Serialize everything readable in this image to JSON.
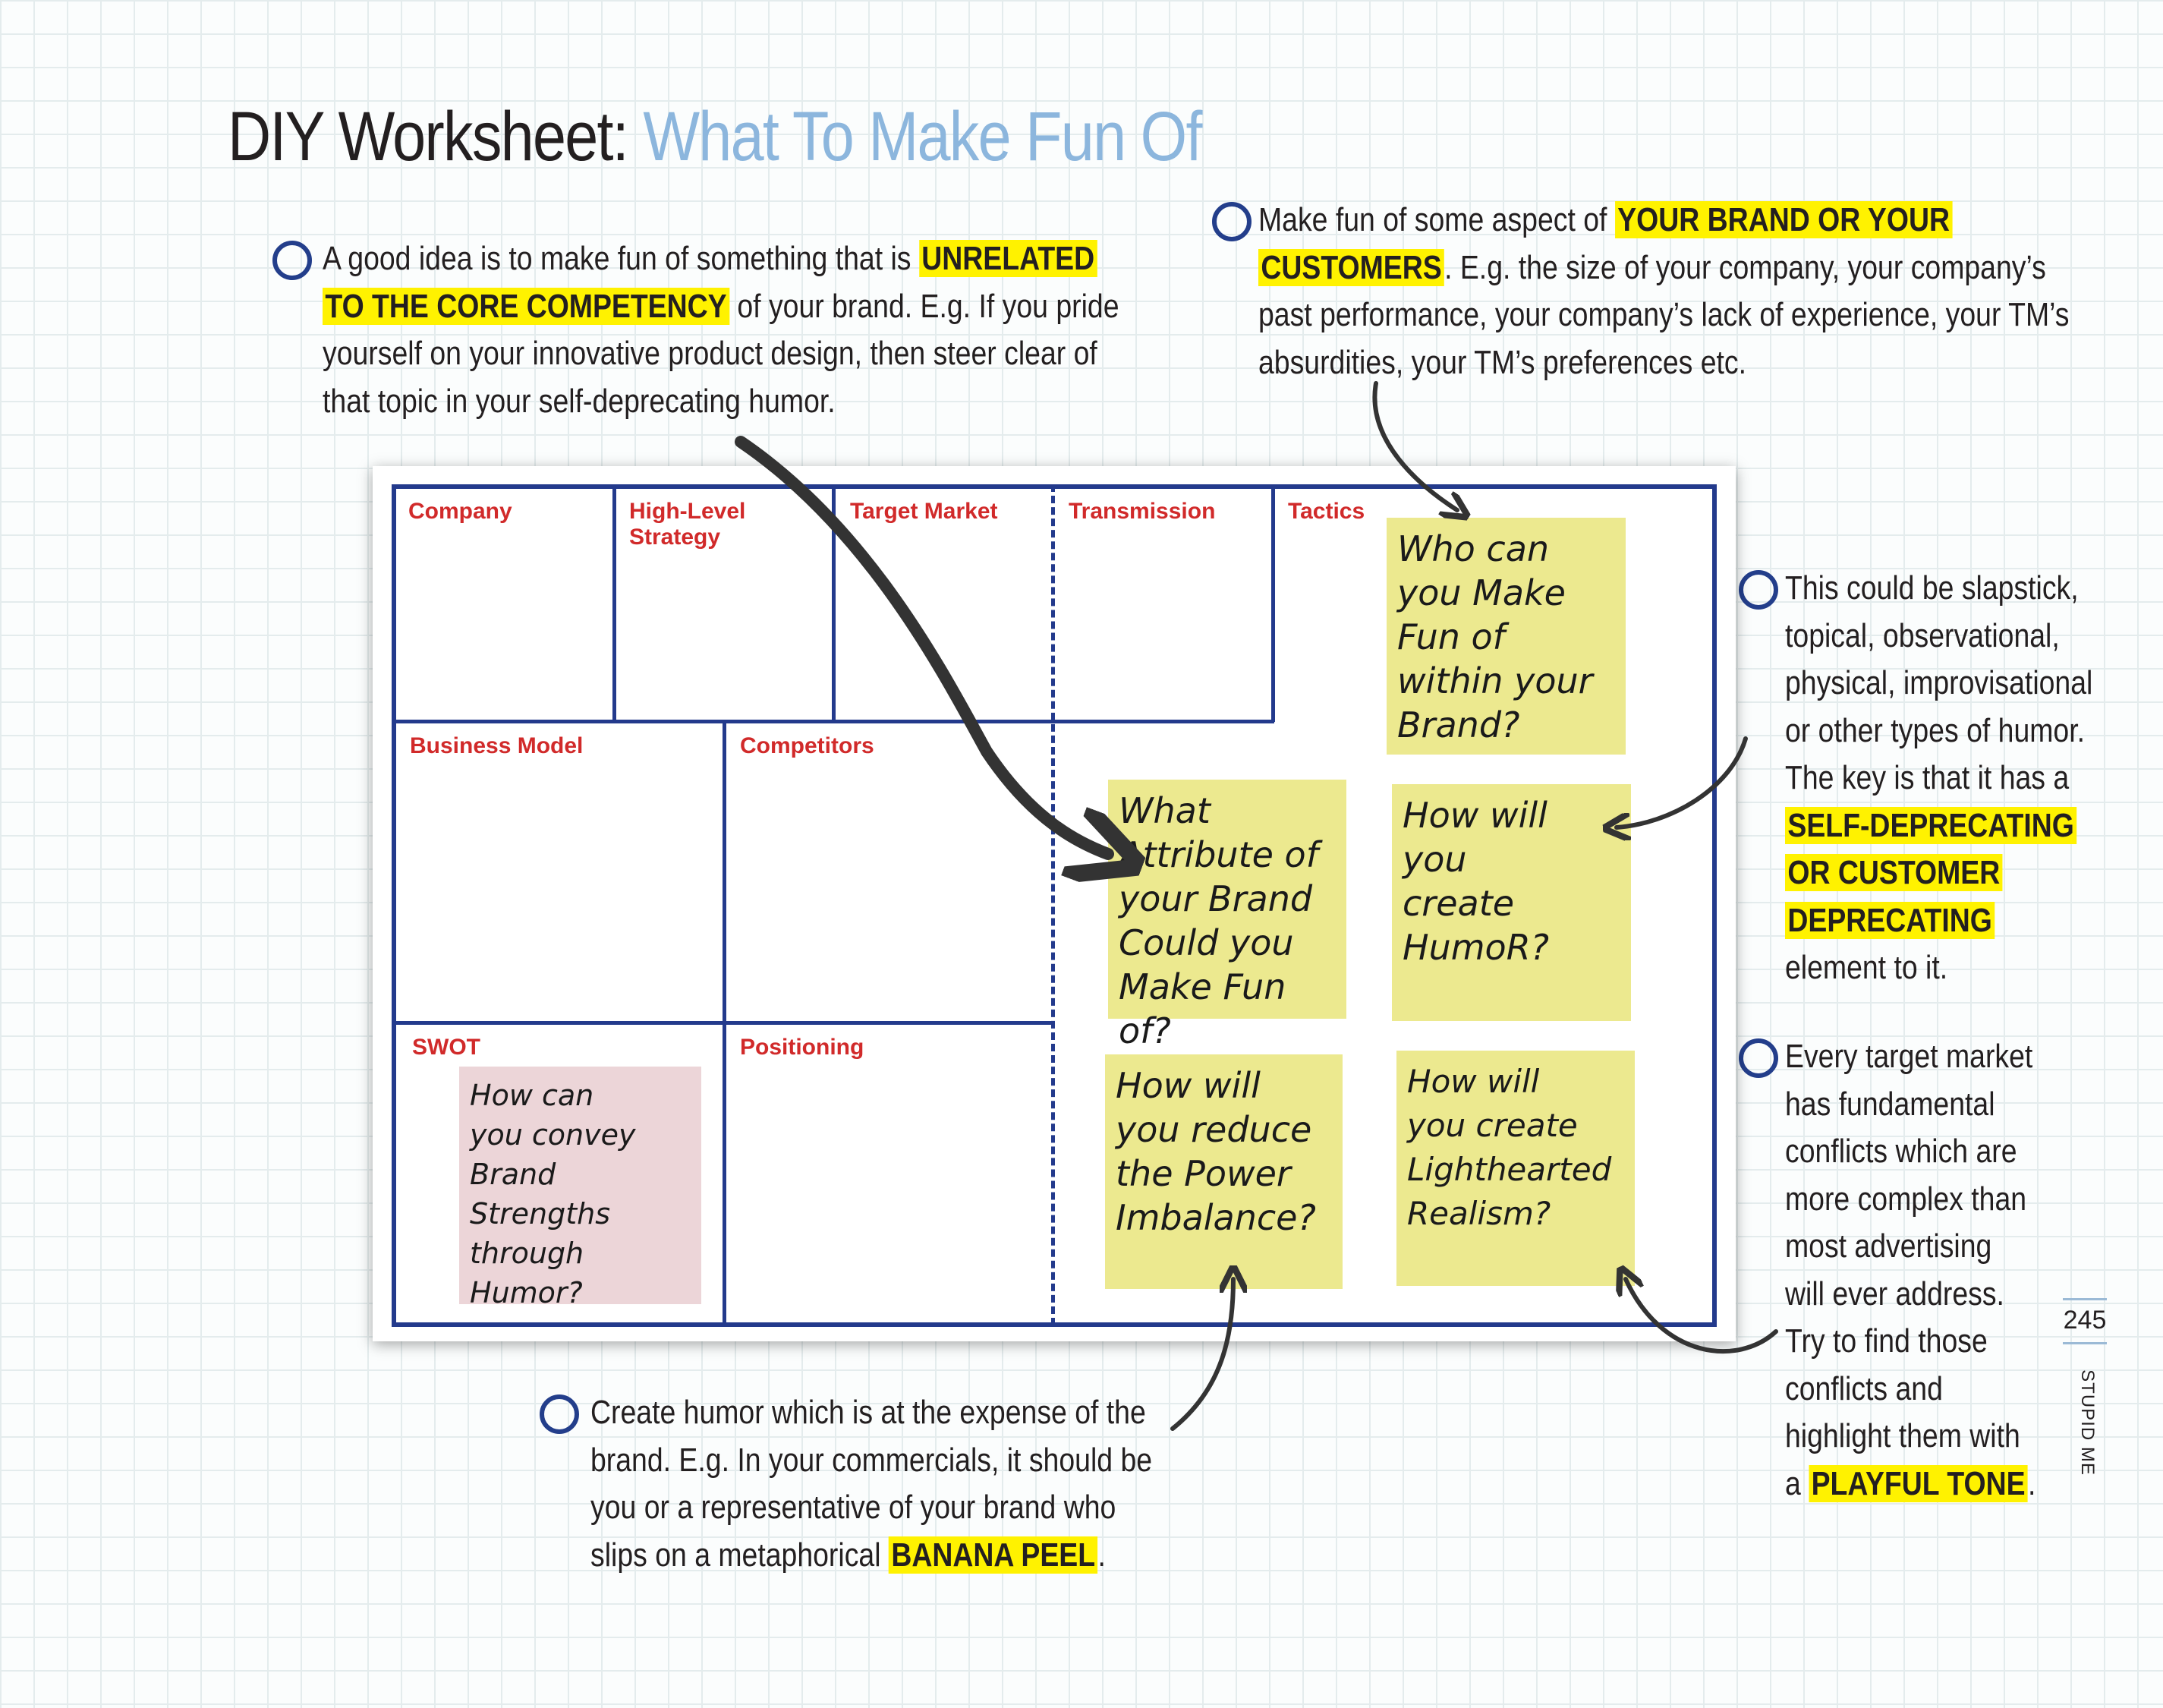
{
  "title": {
    "prefix": "DIY Worksheet:",
    "suffix": "What To Make Fun Of"
  },
  "notes": [
    {
      "id": "unrelated",
      "lines": [
        [
          {
            "t": "A good idea is to make fun of something that is "
          },
          {
            "t": "UNRELATED",
            "hl": true
          }
        ],
        [
          {
            "t": "TO THE CORE COMPETENCY",
            "hl": true
          },
          {
            "t": " of your brand. E.g. If you pride"
          }
        ],
        [
          {
            "t": "yourself on your innovative product design, then steer clear of"
          }
        ],
        [
          {
            "t": "that topic in your self-deprecating humor."
          }
        ]
      ]
    },
    {
      "id": "brand-or-customers",
      "lines": [
        [
          {
            "t": "Make fun of some aspect of "
          },
          {
            "t": "YOUR BRAND OR YOUR",
            "hl": true
          }
        ],
        [
          {
            "t": "CUSTOMERS",
            "hl": true
          },
          {
            "t": ". E.g. the size of your company, your company’s"
          }
        ],
        [
          {
            "t": "past performance, your company’s lack of experience, your TM’s"
          }
        ],
        [
          {
            "t": "absurdities, your TM’s preferences etc."
          }
        ]
      ]
    },
    {
      "id": "humor-types",
      "lines": [
        [
          {
            "t": "This could be slapstick,"
          }
        ],
        [
          {
            "t": "topical, observational,"
          }
        ],
        [
          {
            "t": "physical, improvisational"
          }
        ],
        [
          {
            "t": "or other types of humor."
          }
        ],
        [
          {
            "t": "The key is that it has a"
          }
        ],
        [
          {
            "t": "SELF-DEPRECATING",
            "hl": true
          }
        ],
        [
          {
            "t": "OR CUSTOMER",
            "hl": true
          }
        ],
        [
          {
            "t": "DEPRECATING",
            "hl": true
          }
        ],
        [
          {
            "t": "element to it."
          }
        ]
      ]
    },
    {
      "id": "conflicts",
      "lines": [
        [
          {
            "t": "Every target market"
          }
        ],
        [
          {
            "t": "has fundamental"
          }
        ],
        [
          {
            "t": "conflicts which are"
          }
        ],
        [
          {
            "t": "more complex than"
          }
        ],
        [
          {
            "t": "most advertising"
          }
        ],
        [
          {
            "t": "will ever address."
          }
        ],
        [
          {
            "t": "Try to find those"
          }
        ],
        [
          {
            "t": "conflicts and"
          }
        ],
        [
          {
            "t": "highlight them with"
          }
        ],
        [
          {
            "t": "a "
          },
          {
            "t": "PLAYFUL TONE",
            "hl": true
          },
          {
            "t": "."
          }
        ]
      ]
    },
    {
      "id": "banana-peel",
      "lines": [
        [
          {
            "t": "Create humor which is at the expense of the"
          }
        ],
        [
          {
            "t": "brand. E.g. In your commercials, it should be"
          }
        ],
        [
          {
            "t": "you or a representative of your brand who"
          }
        ],
        [
          {
            "t": "slips on a metaphorical "
          },
          {
            "t": "BANANA PEEL",
            "hl": true
          },
          {
            "t": "."
          }
        ]
      ]
    }
  ],
  "board": {
    "labels": {
      "company": "Company",
      "strategy": "High-Level\nStrategy",
      "target_market": "Target Market",
      "transmission": "Transmission",
      "tactics": "Tactics",
      "business_model": "Business Model",
      "competitors": "Competitors",
      "swot": "SWOT",
      "positioning": "Positioning"
    },
    "stickies": {
      "who": "Who can\nyou Make\nFun of\nwithin your\nBrand?",
      "attribute": "What\nAttribute of\nyour Brand\nCould you\nMake Fun of?",
      "humor": "How will\nyou\ncreate\nHumoR?",
      "power": "How will\nyou reduce\nthe Power\nImbalance?",
      "realism": "How will\nyou create\nLighthearted\nRealism?",
      "swot": "How can\nyou convey\nBrand\nStrengths\nthrough Humor?"
    }
  },
  "footer": {
    "page_number": "245",
    "section": "STUPID ME"
  },
  "colors": {
    "accent_blue": "#8cb6dd",
    "highlight": "#fff200",
    "board_line": "#233a8c",
    "label_red": "#d12a2a",
    "sticky_yellow": "#ece98f",
    "sticky_pink": "#ecd5d8"
  }
}
